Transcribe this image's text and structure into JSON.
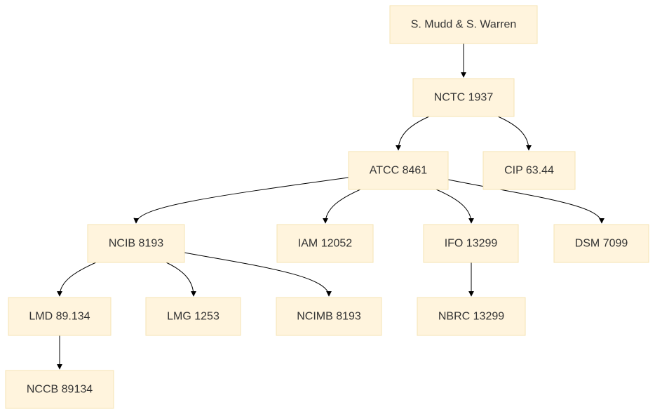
{
  "colors": {
    "node_fill": "#fff4dd",
    "node_stroke": "#f5e3b3",
    "text": "#333333",
    "edge": "#000000"
  },
  "nodes": [
    {
      "id": "mudd",
      "label": "S. Mudd & S. Warren"
    },
    {
      "id": "nctc",
      "label": "NCTC 1937"
    },
    {
      "id": "atcc",
      "label": "ATCC 8461"
    },
    {
      "id": "cip",
      "label": "CIP 63.44"
    },
    {
      "id": "ncib",
      "label": "NCIB 8193"
    },
    {
      "id": "iam",
      "label": "IAM 12052"
    },
    {
      "id": "ifo",
      "label": "IFO 13299"
    },
    {
      "id": "dsm",
      "label": "DSM 7099"
    },
    {
      "id": "lmd",
      "label": "LMD 89.134"
    },
    {
      "id": "lmg",
      "label": "LMG 1253"
    },
    {
      "id": "ncimb",
      "label": "NCIMB 8193"
    },
    {
      "id": "nbrc",
      "label": "NBRC 13299"
    },
    {
      "id": "nccb",
      "label": "NCCB 89134"
    }
  ],
  "edges": [
    {
      "from": "mudd",
      "to": "nctc"
    },
    {
      "from": "nctc",
      "to": "atcc"
    },
    {
      "from": "nctc",
      "to": "cip"
    },
    {
      "from": "atcc",
      "to": "ncib"
    },
    {
      "from": "atcc",
      "to": "iam"
    },
    {
      "from": "atcc",
      "to": "ifo"
    },
    {
      "from": "atcc",
      "to": "dsm"
    },
    {
      "from": "ncib",
      "to": "lmd"
    },
    {
      "from": "ncib",
      "to": "lmg"
    },
    {
      "from": "ncib",
      "to": "ncimb"
    },
    {
      "from": "ifo",
      "to": "nbrc"
    },
    {
      "from": "lmd",
      "to": "nccb"
    }
  ]
}
